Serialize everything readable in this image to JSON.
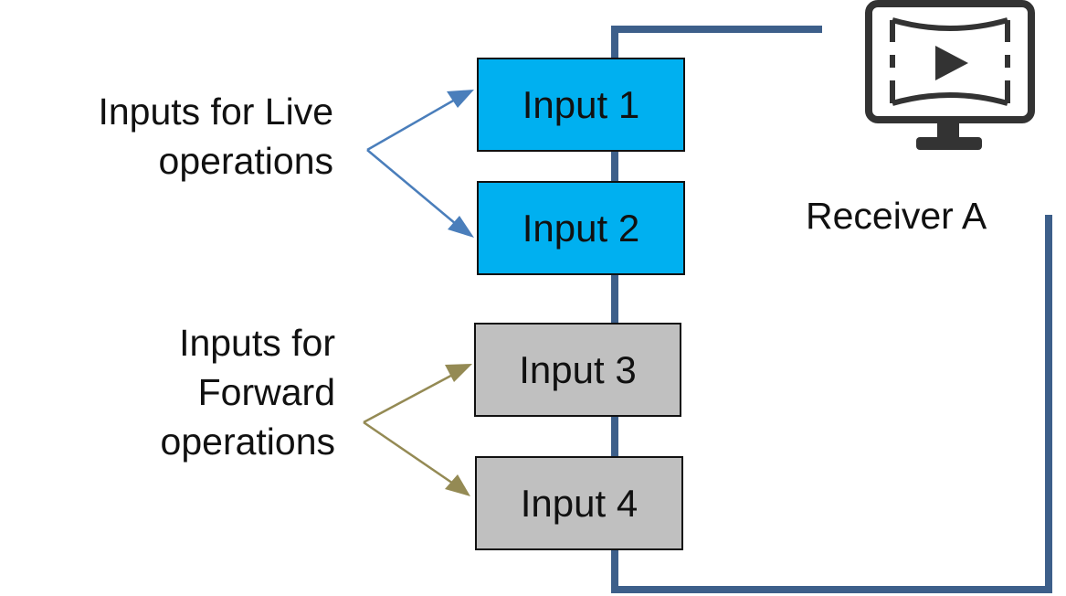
{
  "groups": {
    "live": {
      "label_line1": "Inputs for Live",
      "label_line2": "operations",
      "arrow_color": "#4a7ebb"
    },
    "forward": {
      "label_line1": "Inputs for",
      "label_line2": "Forward",
      "label_line3": "operations",
      "arrow_color": "#948a54"
    }
  },
  "inputs": [
    {
      "label": "Input 1",
      "group": "live",
      "fill": "#00b0f0"
    },
    {
      "label": "Input 2",
      "group": "live",
      "fill": "#00b0f0"
    },
    {
      "label": "Input 3",
      "group": "forward",
      "fill": "#c0c0c0"
    },
    {
      "label": "Input 4",
      "group": "forward",
      "fill": "#c0c0c0"
    }
  ],
  "receiver": {
    "label": "Receiver A",
    "icon": "monitor-play-icon"
  },
  "colors": {
    "cable": "#3d5f8a",
    "box_border": "#111111",
    "icon": "#333333"
  }
}
